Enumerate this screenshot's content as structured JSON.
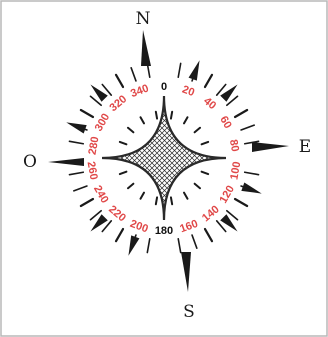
{
  "cardinals": {
    "north": "N",
    "east": "E",
    "south": "S",
    "west": "O"
  },
  "degree_labels": [
    {
      "text": "0",
      "angle": 0,
      "color": "#111111"
    },
    {
      "text": "20",
      "angle": 20,
      "color": "#e04848"
    },
    {
      "text": "40",
      "angle": 40,
      "color": "#e04848"
    },
    {
      "text": "60",
      "angle": 60,
      "color": "#e04848"
    },
    {
      "text": "80",
      "angle": 80,
      "color": "#e04848"
    },
    {
      "text": "100",
      "angle": 100,
      "color": "#e04848"
    },
    {
      "text": "120",
      "angle": 120,
      "color": "#e04848"
    },
    {
      "text": "140",
      "angle": 140,
      "color": "#e04848"
    },
    {
      "text": "160",
      "angle": 160,
      "color": "#e04848"
    },
    {
      "text": "180",
      "angle": 180,
      "color": "#111111"
    },
    {
      "text": "200",
      "angle": 200,
      "color": "#e04848"
    },
    {
      "text": "220",
      "angle": 220,
      "color": "#e04848"
    },
    {
      "text": "240",
      "angle": 240,
      "color": "#e04848"
    },
    {
      "text": "260",
      "angle": 260,
      "color": "#e04848"
    },
    {
      "text": "280",
      "angle": 280,
      "color": "#e04848"
    },
    {
      "text": "300",
      "angle": 300,
      "color": "#e04848"
    },
    {
      "text": "320",
      "angle": 320,
      "color": "#e04848"
    },
    {
      "text": "340",
      "angle": 340,
      "color": "#e04848"
    }
  ],
  "colors": {
    "ink": "#1a1a1a",
    "degree_red": "#e04848",
    "star": "#2a2a2a",
    "border": "#b8b8b8"
  }
}
